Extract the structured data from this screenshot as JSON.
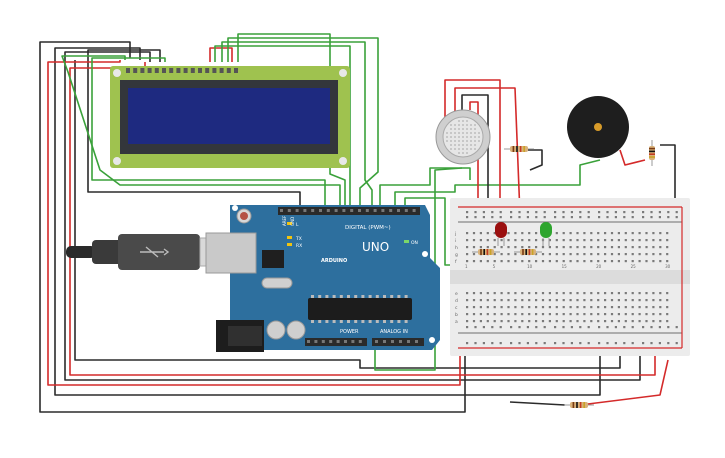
{
  "colors": {
    "wire_red": "#d42a2a",
    "wire_black": "#2b2b2b",
    "wire_green": "#3aa13a",
    "board_blue": "#2d6f9e",
    "lcd_green": "#9fc24f",
    "lcd_screen": "#1e2a80",
    "breadboard": "#ececec",
    "led_red": "#9b1010",
    "led_green": "#2ea52e"
  },
  "board": {
    "brand": "UNO",
    "maker": "ARDUINO",
    "digital_label": "DIGITAL (PWM~)",
    "power_label": "POWER",
    "analog_label": "ANALOG IN",
    "tx_label": "TX",
    "rx_label": "RX",
    "l_label": "L",
    "on_label": "ON",
    "aref_label": "AREF",
    "gnd_label": "GND"
  },
  "breadboard": {
    "col_numbers": [
      "1",
      "5",
      "10",
      "15",
      "20",
      "25",
      "30"
    ],
    "row_letters_top": [
      "j",
      "i",
      "h",
      "g",
      "f"
    ],
    "row_letters_bottom": [
      "e",
      "d",
      "c",
      "b",
      "a"
    ]
  },
  "components": {
    "led_left": "red",
    "led_right": "green"
  }
}
